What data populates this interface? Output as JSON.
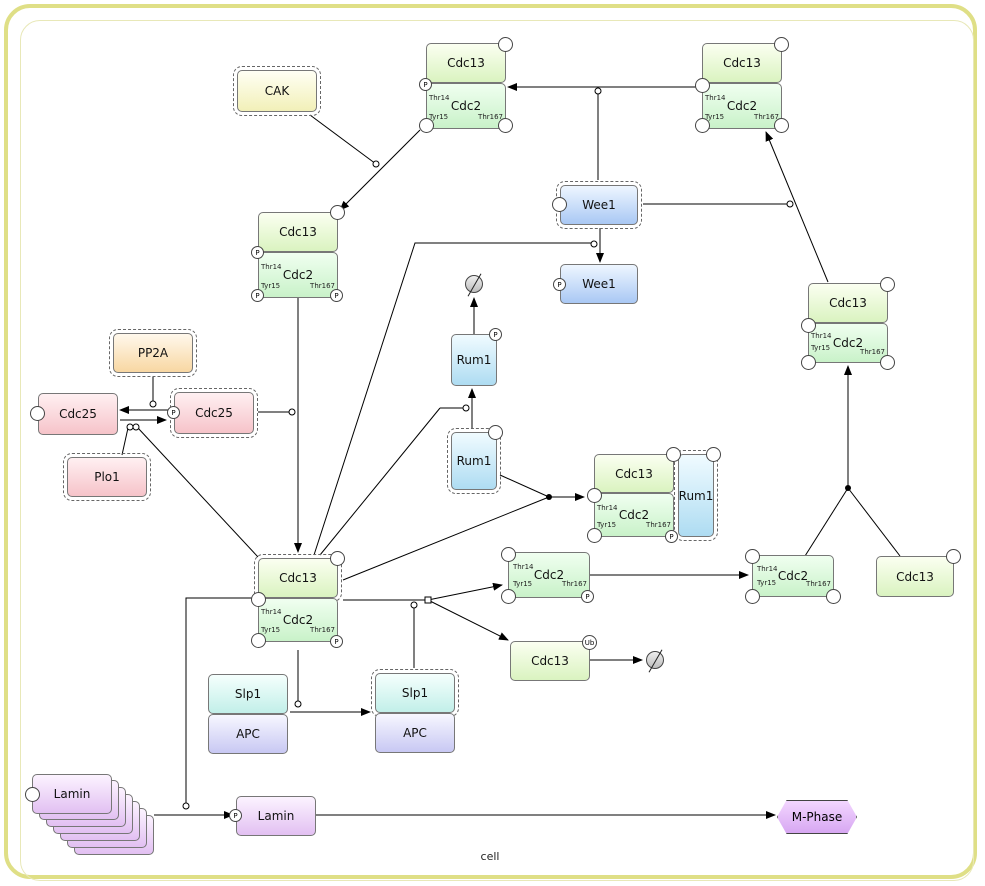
{
  "compartment": {
    "label": "cell"
  },
  "nodes": {
    "cak": "CAK",
    "pp2a": "PP2A",
    "cdc25_left": "Cdc25",
    "cdc25_active": "Cdc25",
    "plo1": "Plo1",
    "wee1_active": "Wee1",
    "wee1_inactive": "Wee1",
    "rum1_phos": "Rum1",
    "rum1": "Rum1",
    "rum1_bound": "Rum1",
    "slp1_a": "Slp1",
    "apc_a": "APC",
    "slp1_b": "Slp1",
    "apc_b": "APC",
    "lamin_pool": "Lamin",
    "lamin_phos": "Lamin",
    "cdc13_free": "Cdc13",
    "cdc13_ub": "Cdc13",
    "mphase": "M-Phase"
  },
  "complexes": {
    "cdk_top": {
      "cdc13": "Cdc13",
      "cdc2": "Cdc2"
    },
    "cdk_topright": {
      "cdc13": "Cdc13",
      "cdc2": "Cdc2"
    },
    "cdk_mid": {
      "cdc13": "Cdc13",
      "cdc2": "Cdc2"
    },
    "cdk_right": {
      "cdc13": "Cdc13",
      "cdc2": "Cdc2"
    },
    "cdk_rum1": {
      "cdc13": "Cdc13",
      "cdc2": "Cdc2"
    },
    "cdk_active": {
      "cdc13": "Cdc13",
      "cdc2": "Cdc2"
    },
    "cdc2_free": {
      "cdc2": "Cdc2"
    },
    "cdc2_right": {
      "cdc2": "Cdc2"
    }
  },
  "residues": {
    "thr14": "Thr14",
    "tyr15": "Tyr15",
    "thr167": "Thr167"
  },
  "state_marks": {
    "phospho": "P",
    "ubiquitin": "Ub"
  }
}
